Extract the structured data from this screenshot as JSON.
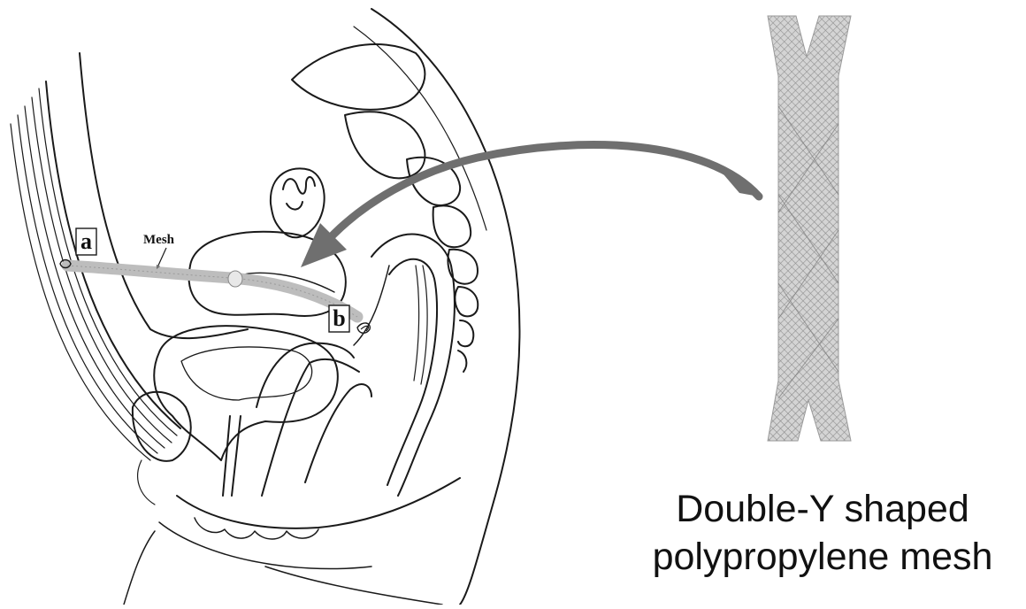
{
  "diagram": {
    "labels": {
      "point_a": "a",
      "point_b": "b",
      "mesh_label": "Mesh"
    },
    "caption": {
      "line1": "Double-Y shaped",
      "line2": "polypropylene mesh"
    },
    "colors": {
      "line": "#1a1a1a",
      "mesh_fill": "#c8c8c8",
      "mesh_pattern": "#8a8a8a",
      "arrow": "#707070",
      "background": "#ffffff"
    }
  }
}
